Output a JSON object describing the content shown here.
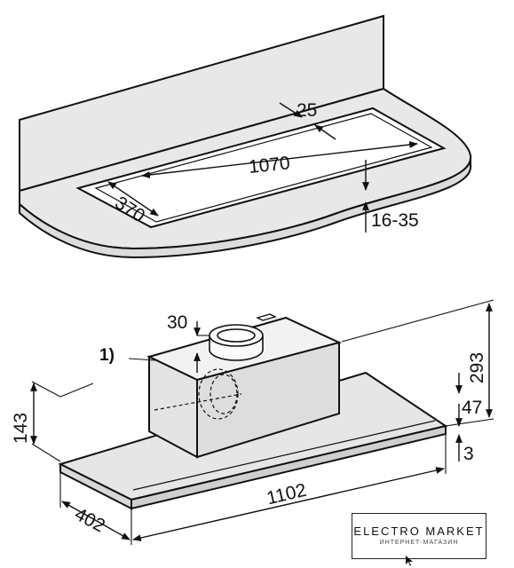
{
  "top_view": {
    "depth_label": "370",
    "width_label": "1070",
    "gap_label": "25",
    "thickness_label": "16-35"
  },
  "bottom_view": {
    "duct_label": "30",
    "note_label": "1)",
    "height_label": "293",
    "body_height_label": "143",
    "panel_label": "47",
    "lip_label": "3",
    "width_label": "1102",
    "depth_label": "402"
  },
  "logo": {
    "title": "ELECTRO MARKET",
    "subtitle": "ИНТЕРНЕТ-МАГАЗИН"
  }
}
